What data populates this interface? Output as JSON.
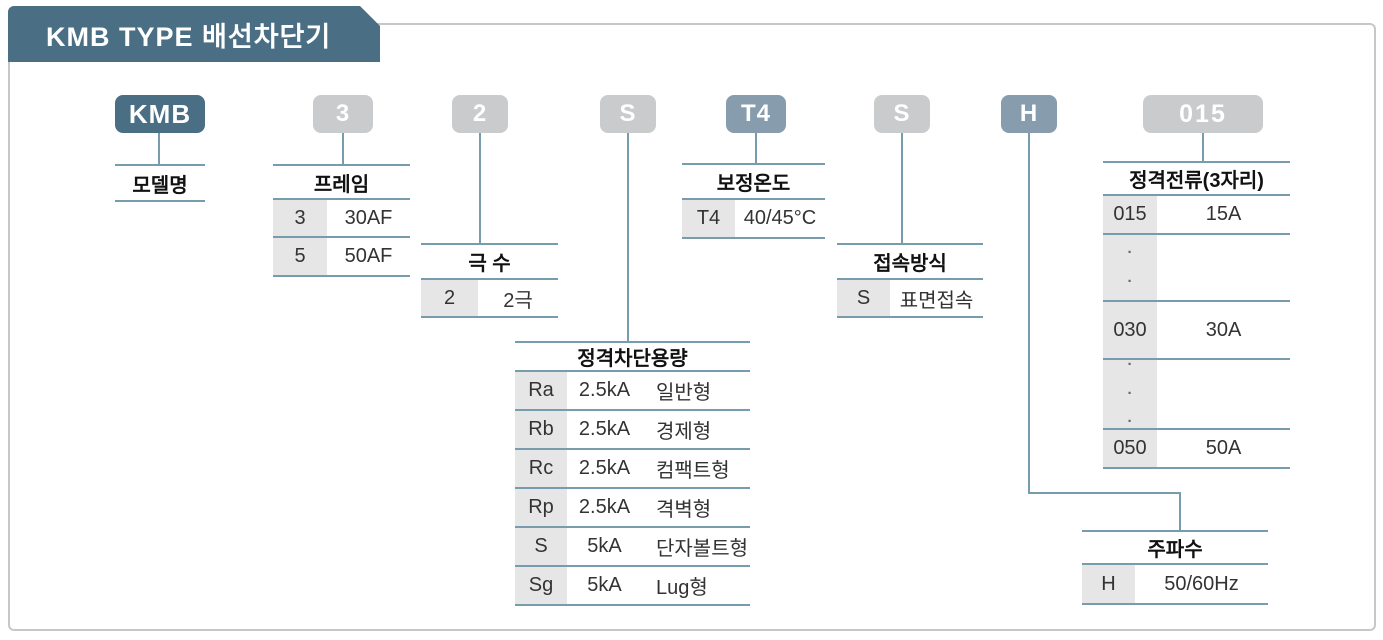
{
  "title": "KMB TYPE 배선차단기",
  "colors": {
    "accent_dark": "#4a6e84",
    "accent_mid": "#879dad",
    "code_box_gray": "#c9cbcc",
    "table_line": "#769cae",
    "cell_gray": "#e6e6e6",
    "panel_border": "#c5c8ca"
  },
  "code_boxes": [
    {
      "label": "KMB",
      "style": "dark"
    },
    {
      "label": "3",
      "style": "gray"
    },
    {
      "label": "2",
      "style": "gray"
    },
    {
      "label": "S",
      "style": "gray"
    },
    {
      "label": "T4",
      "style": "mid"
    },
    {
      "label": "S",
      "style": "gray"
    },
    {
      "label": "H",
      "style": "mid"
    },
    {
      "label": "015",
      "style": "gray"
    }
  ],
  "tables": {
    "model": {
      "title": "모델명"
    },
    "frame": {
      "title": "프레임",
      "rows": [
        {
          "code": "3",
          "value": "30AF"
        },
        {
          "code": "5",
          "value": "50AF"
        }
      ]
    },
    "poles": {
      "title": "극 수",
      "rows": [
        {
          "code": "2",
          "value": "2극"
        }
      ]
    },
    "breaking_capacity": {
      "title": "정격차단용량",
      "rows": [
        {
          "code": "Ra",
          "capacity": "2.5kA",
          "name": "일반형"
        },
        {
          "code": "Rb",
          "capacity": "2.5kA",
          "name": "경제형"
        },
        {
          "code": "Rc",
          "capacity": "2.5kA",
          "name": "컴팩트형"
        },
        {
          "code": "Rp",
          "capacity": "2.5kA",
          "name": "격벽형"
        },
        {
          "code": "S",
          "capacity": "5kA",
          "name": "단자볼트형"
        },
        {
          "code": "Sg",
          "capacity": "5kA",
          "name": "Lug형"
        }
      ]
    },
    "temperature": {
      "title": "보정온도",
      "rows": [
        {
          "code": "T4",
          "value": "40/45°C"
        }
      ]
    },
    "connection": {
      "title": "접속방식",
      "rows": [
        {
          "code": "S",
          "value": "표면접속"
        }
      ]
    },
    "rated_current": {
      "title": "정격전류(3자리)",
      "rows": [
        {
          "code": "015",
          "value": "15A"
        },
        {
          "code": "·\n·",
          "value": ""
        },
        {
          "code": "030",
          "value": "30A"
        },
        {
          "code": "·\n·\n·",
          "value": ""
        },
        {
          "code": "050",
          "value": "50A"
        }
      ]
    },
    "frequency": {
      "title": "주파수",
      "rows": [
        {
          "code": "H",
          "value": "50/60Hz"
        }
      ]
    }
  }
}
